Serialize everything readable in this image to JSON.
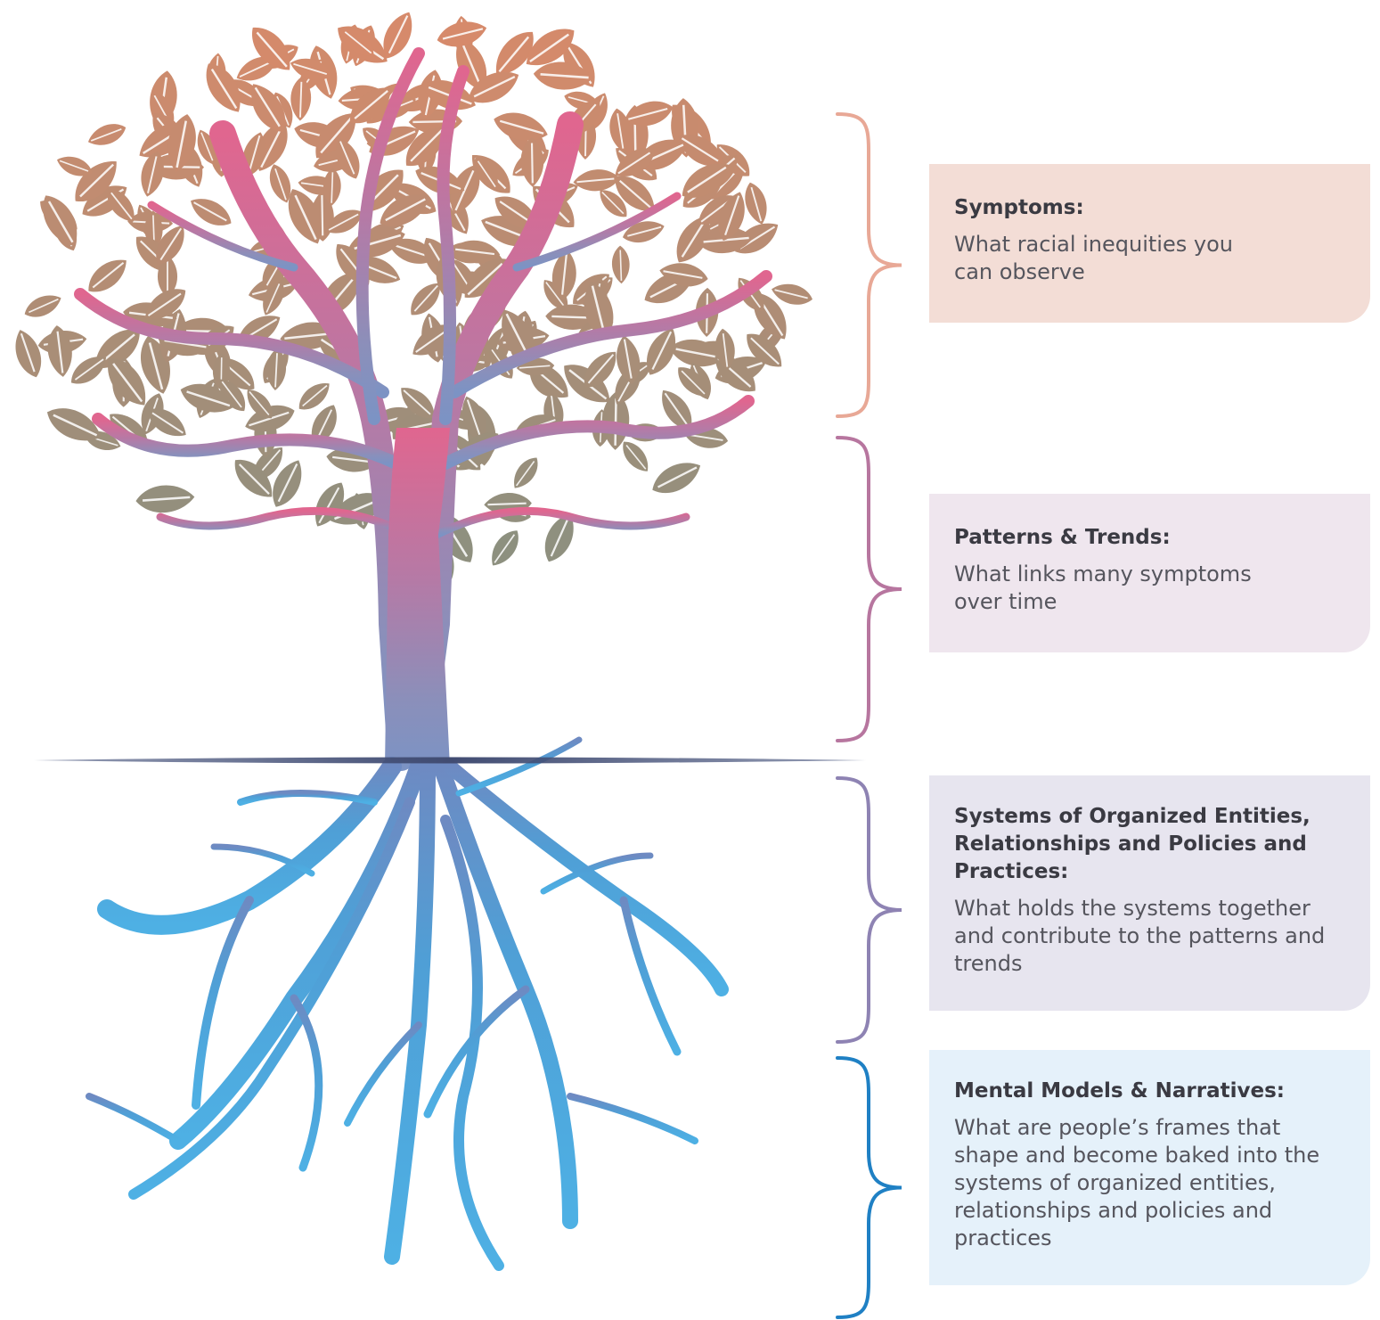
{
  "colors": {
    "symptoms": "#f3ddd6",
    "patterns": "#efe6ee",
    "systems": "#e7e5ef",
    "mental": "#e5f1fa",
    "brace_symptoms": "#e8a896",
    "brace_patterns": "#b7769f",
    "brace_systems": "#8e83b3",
    "brace_mental": "#1f80c4",
    "leaf_top": "#d88a6a",
    "leaf_bottom": "#8a9080",
    "branch_top": "#e06a8f",
    "trunk_mid": "#8f8cb8",
    "roots": "#4a9fd6",
    "ground": "#4d5a82"
  },
  "sections": [
    {
      "id": "symptoms",
      "title": "Symptoms:",
      "description": "What racial inequities you can observe"
    },
    {
      "id": "patterns",
      "title": "Patterns & Trends:",
      "description": "What links many symptoms over time"
    },
    {
      "id": "systems",
      "title": "Systems of Organized Entities, Relationships and Policies and Practices:",
      "description": "What holds the systems together and contribute to the patterns and trends"
    },
    {
      "id": "mental",
      "title": "Mental Models & Narratives:",
      "description": "What are people’s frames that shape and become baked into the systems of organized entities, relationships and policies and practices"
    }
  ],
  "icons": {
    "tree": "tree-illustration",
    "brace": "curly-brace"
  }
}
